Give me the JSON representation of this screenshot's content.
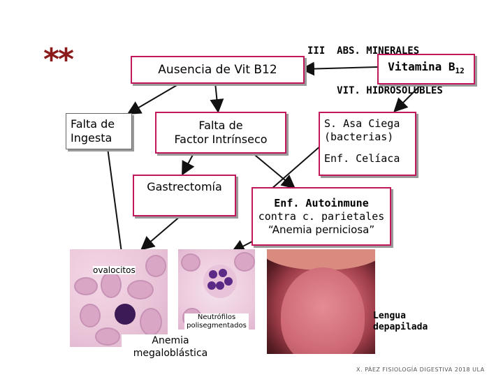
{
  "header": {
    "line1": "III  ABS. MINERALES",
    "line2": "     VIT. HIDROSOLUBLES"
  },
  "marker": "**",
  "vitamin_box": {
    "label": "Vitamina B",
    "sub": "12"
  },
  "ausencia_box": {
    "label": "Ausencia de Vit B12"
  },
  "falta_ingesta": {
    "line1": "Falta de",
    "line2": "Ingesta"
  },
  "falta_factor": {
    "line1": "Falta de",
    "line2": "Factor Intrínseco"
  },
  "asa_box": {
    "line1": "S. Asa Ciega",
    "line2": "(bacterias)",
    "line3": "Enf. Celíaca"
  },
  "gastrectomia": {
    "label": "Gastrectomía"
  },
  "autoinmune": {
    "line1": "Enf. Autoinmune",
    "line2": "contra c. parietales",
    "line3": "“Anemia perniciosa”"
  },
  "labels": {
    "ovalocitos": "ovalocitos",
    "neutrofilos_1": "Neutrófilos",
    "neutrofilos_2": "polisegmentados",
    "anemia_1": "Anemia",
    "anemia_2": "megaloblástica",
    "lengua_1": "Lengua",
    "lengua_2": "depapilada"
  },
  "footer": "X. PÁEZ  FISIOLOGÍA DIGESTIVA 2018  ULA",
  "colors": {
    "box_border": "#c2185b",
    "arrow": "#111111",
    "marker": "#8b1a1a"
  }
}
